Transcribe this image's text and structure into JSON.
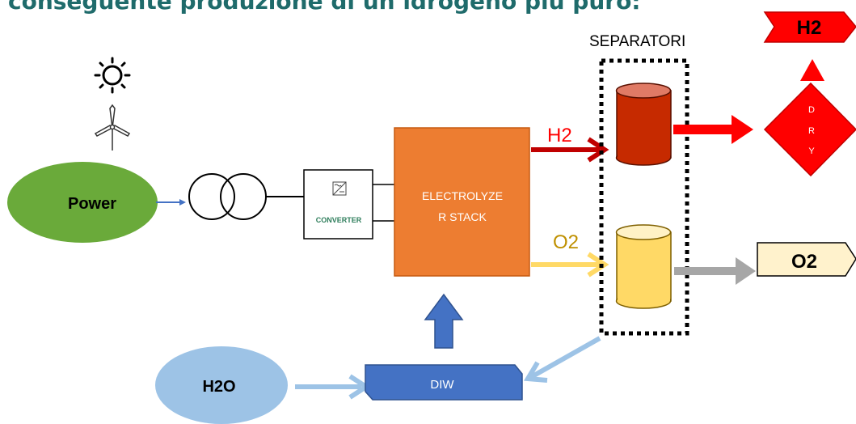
{
  "header": {
    "title": "conseguente produzione di un idrogeno più puro:"
  },
  "nodes": {
    "power": "Power",
    "converter": "CONVERTER",
    "stack_line1": "ELECTROLYZE",
    "stack_line2": "R STACK",
    "separators": "SEPARATORI",
    "h2_flow": "H2",
    "o2_flow": "O2",
    "dry": [
      "D",
      "R",
      "Y"
    ],
    "h2_out": "H2",
    "o2_out": "O2",
    "water": "H2O",
    "diw": "DIW"
  },
  "colors": {
    "power": "#6aaa3a",
    "stack": "#ed7d31",
    "h2_red": "#ff0000",
    "h2_dark": "#c00000",
    "h2_tank": "#c62a00",
    "o2_yellow": "#ffd966",
    "o2_text": "#bf9000",
    "water": "#9dc3e6",
    "diw": "#4472c4",
    "grey": "#a6a6a6"
  },
  "icons": [
    "sun-icon",
    "wind-turbine-icon",
    "transformer-icon",
    "converter-icon"
  ]
}
